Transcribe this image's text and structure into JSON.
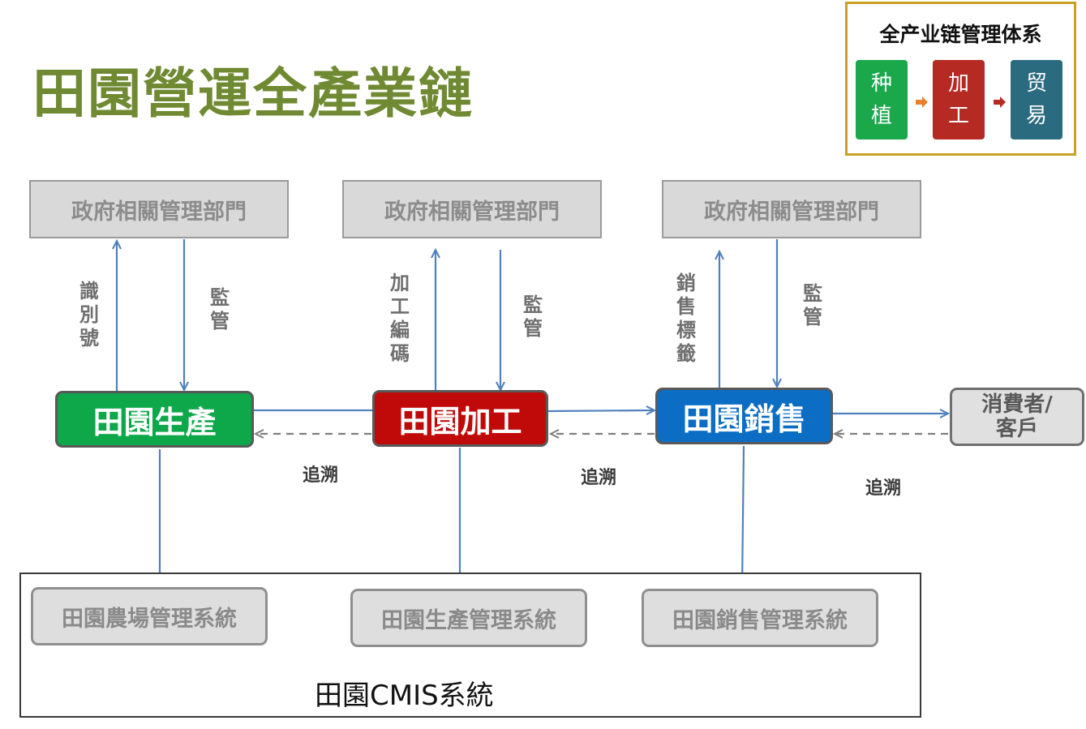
{
  "title": "田園營運全產業鏈",
  "legend": {
    "title": "全产业链管理体系",
    "steps": [
      {
        "label": "种植",
        "color": "#1aa84b"
      },
      {
        "label": "加工",
        "color": "#b62a24"
      },
      {
        "label": "贸易",
        "color": "#2b6b7f"
      }
    ],
    "arrow_colors": [
      "#e7812d",
      "#b62a24"
    ]
  },
  "government": [
    "政府相關管理部門",
    "政府相關管理部門",
    "政府相關管理部門"
  ],
  "upward_labels": [
    "識別號",
    "加工編碼",
    "銷售標籤"
  ],
  "downward_labels": [
    "監管",
    "監管",
    "監管"
  ],
  "stages": [
    {
      "label": "田園生產",
      "color": "#0ea84a"
    },
    {
      "label": "田園加工",
      "color": "#c00a0a"
    },
    {
      "label": "田園銷售",
      "color": "#0b6ec4"
    }
  ],
  "consumer": "消費者/客戶",
  "trace_labels": [
    "追溯",
    "追溯",
    "追溯"
  ],
  "systems": [
    "田園農場管理系統",
    "田園生產管理系統",
    "田園銷售管理系統"
  ],
  "cmis_label": "田園CMIS系統",
  "colors": {
    "title": "#6f8a32",
    "connector": "#4f81bd",
    "trace_line": "#7f7f7f",
    "legend_border": "#c8a126"
  }
}
